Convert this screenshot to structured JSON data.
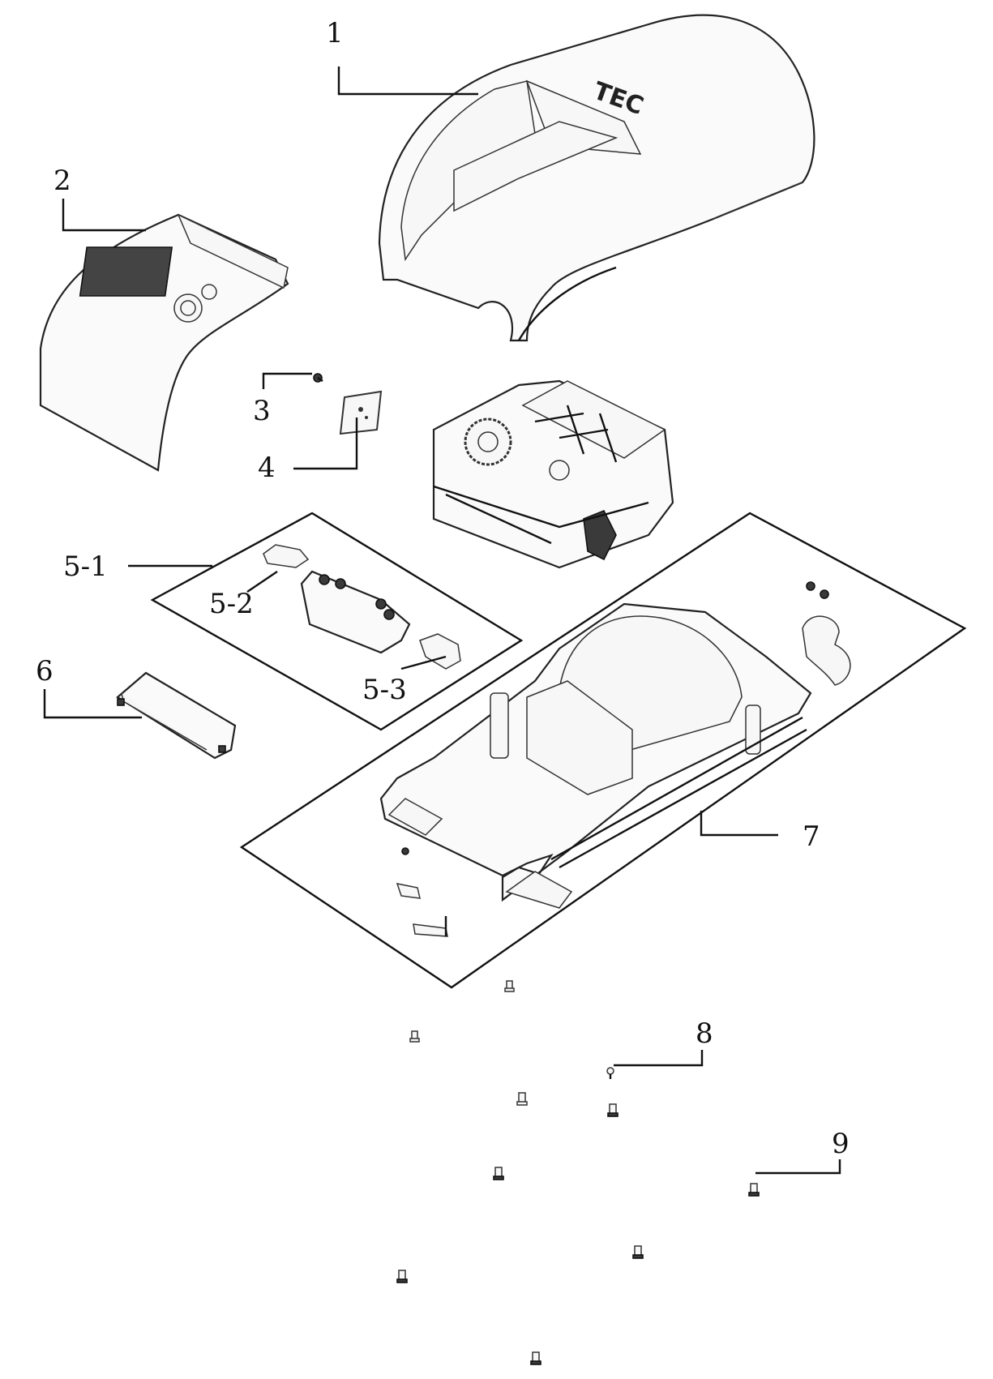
{
  "callouts": {
    "p1": "1",
    "p2": "2",
    "p3": "3",
    "p4": "4",
    "p5_1": "5-1",
    "p5_2": "5-2",
    "p5_3": "5-3",
    "p6": "6",
    "p7": "7",
    "p8": "8",
    "p9": "9"
  },
  "logo": "TEC"
}
